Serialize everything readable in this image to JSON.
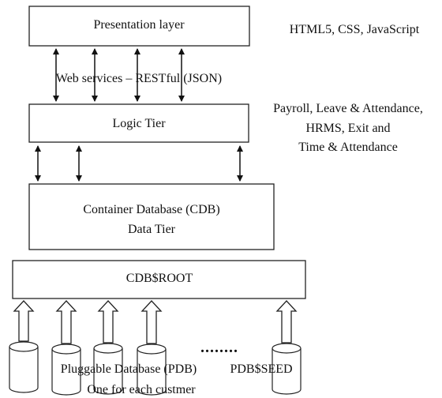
{
  "diagram": {
    "presentation_layer": "Presentation layer",
    "presentation_note": "HTML5, CSS, JavaScript",
    "web_services": "Web services – RESTful (JSON)",
    "logic_tier": "Logic Tier",
    "logic_note": {
      "line1": "Payroll, Leave & Attendance,",
      "line2": "HRMS, Exit and",
      "line3": "Time & Attendance"
    },
    "data_tier": {
      "line1": "Container Database (CDB)",
      "line2": "Data Tier"
    },
    "cdb_root": "CDB$ROOT",
    "pdb_label": "Pluggable Database (PDB)",
    "pdb_seed": "PDB$SEED",
    "pdb_note": "One for each custmer",
    "ellipsis": "........"
  }
}
